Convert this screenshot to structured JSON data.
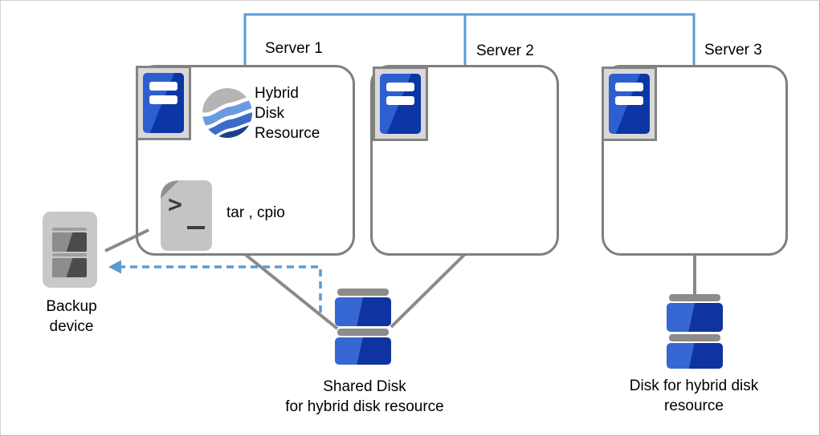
{
  "servers": [
    {
      "label": "Server 1"
    },
    {
      "label": "Server 2"
    },
    {
      "label": "Server 3"
    }
  ],
  "labels": {
    "hybrid_resource": "Hybrid\nDisk\nResource",
    "backup_tools": "tar , cpio",
    "backup_device": "Backup\ndevice",
    "shared_disk": "Shared Disk\nfor hybrid disk resource",
    "hybrid_disk": "Disk for hybrid disk\nresource"
  },
  "icons": {
    "server": "server-tower-icon",
    "hybrid_resource": "globe-waves-icon",
    "backup_tools": "shell-script-file-icon",
    "backup_device": "tape-drive-icon",
    "disk": "disk-stack-icon"
  },
  "colors": {
    "interconnect_blue": "#5B9BD5",
    "box_border_gray": "#7f7f7f",
    "line_gray": "#8a8a8a",
    "disk_blue_light": "#3767d3",
    "disk_blue_dark": "#0f33a0",
    "server_blue_light": "#2d5fd0",
    "server_blue_dark": "#0c36a6",
    "sphere_gray": "#b4b4b4",
    "sphere_blue_light": "#6a9ae2",
    "sphere_blue_mid": "#3b6cc9",
    "sphere_blue_dark": "#173f8a"
  }
}
